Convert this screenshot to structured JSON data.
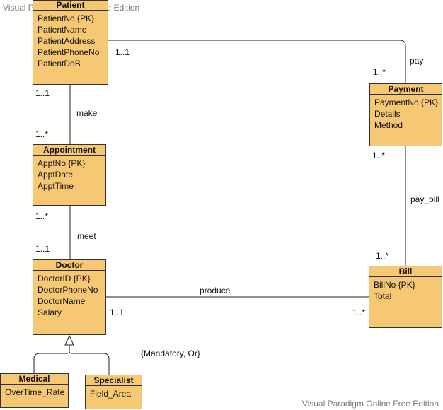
{
  "watermark": "Visual Paradigm Online Free Edition",
  "classes": {
    "patient": {
      "name": "Patient",
      "attrs": [
        "PatientNo {PK}",
        "PatientName",
        "PatientAddress",
        "PatientPhoneNo",
        "PatientDoB"
      ]
    },
    "payment": {
      "name": "Payment",
      "attrs": [
        "PaymentNo {PK}",
        "Details",
        "Method"
      ]
    },
    "appointment": {
      "name": "Appointment",
      "attrs": [
        "ApptNo {PK}",
        "ApptDate",
        "ApptTime"
      ]
    },
    "doctor": {
      "name": "Doctor",
      "attrs": [
        "DoctorID {PK}",
        "DoctorPhoneNo",
        "DoctorName",
        "Salary"
      ]
    },
    "bill": {
      "name": "Bill",
      "attrs": [
        "BillNo {PK}",
        "Total"
      ]
    },
    "medical": {
      "name": "Medical",
      "attrs": [
        "OverTime_Rate"
      ]
    },
    "specialist": {
      "name": "Specialist",
      "attrs": [
        "Field_Area"
      ]
    }
  },
  "associations": {
    "pay": {
      "label": "pay",
      "mult_source": "1..1",
      "mult_target": "1..*"
    },
    "make": {
      "label": "make",
      "mult_source": "1..1",
      "mult_target": "1..*"
    },
    "meet": {
      "label": "meet",
      "mult_source": "1..*",
      "mult_target": "1..1"
    },
    "pay_bill": {
      "label": "pay_bill",
      "mult_source": "1..*",
      "mult_target": "1..*"
    },
    "produce": {
      "label": "produce",
      "mult_source": "1..1",
      "mult_target": "1..*"
    }
  },
  "generalization": {
    "constraint": "{Mandatory, Or}"
  }
}
